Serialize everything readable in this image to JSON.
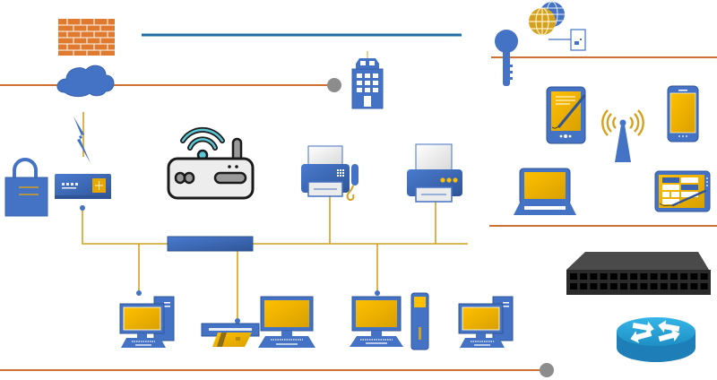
{
  "diagram": {
    "title": "Network topology illustration",
    "colors": {
      "device_blue": "#4472C4",
      "device_blue_dark": "#2F5597",
      "screen_gold": "#E6A800",
      "screen_gold_light": "#FFC000",
      "lan_cable": "#D4A020",
      "segment_line": "#C55A11",
      "accent_line": "#1F6FA5",
      "node_gray": "#8C8C8C",
      "firewall_brick": "#E07A2E",
      "router_cyan": "#29A3D6",
      "switch_black": "#333333",
      "wifi_cyan": "#5BC8D8"
    },
    "nodes": [
      {
        "id": "firewall",
        "label": "Firewall",
        "icon": "brick-wall-icon"
      },
      {
        "id": "internet",
        "label": "Internet cloud",
        "icon": "cloud-icon"
      },
      {
        "id": "wan-link",
        "label": "WAN link",
        "icon": "lightning-icon"
      },
      {
        "id": "modem",
        "label": "Modem / gateway",
        "icon": "modem-icon"
      },
      {
        "id": "security",
        "label": "Security lock",
        "icon": "padlock-icon"
      },
      {
        "id": "wifi-router",
        "label": "Wi-Fi router",
        "icon": "wifi-router-icon"
      },
      {
        "id": "office",
        "label": "Office building",
        "icon": "building-icon"
      },
      {
        "id": "fax",
        "label": "Fax machine",
        "icon": "fax-icon"
      },
      {
        "id": "printer",
        "label": "Printer",
        "icon": "printer-icon"
      },
      {
        "id": "hub",
        "label": "Network hub",
        "icon": "hub-icon"
      },
      {
        "id": "pc-1",
        "label": "Desktop PC",
        "icon": "desktop-tower-icon"
      },
      {
        "id": "card-reader",
        "label": "Card reader",
        "icon": "card-reader-icon"
      },
      {
        "id": "monitor-1",
        "label": "Monitor workstation",
        "icon": "monitor-icon"
      },
      {
        "id": "pc-2",
        "label": "Workstation with tower",
        "icon": "desktop-tower-icon"
      },
      {
        "id": "pc-3",
        "label": "Desktop PC",
        "icon": "desktop-tower-icon"
      },
      {
        "id": "vpn-key",
        "label": "Access key",
        "icon": "key-icon"
      },
      {
        "id": "globes",
        "label": "Global network",
        "icon": "globe-icon"
      },
      {
        "id": "remote-device",
        "label": "Remote device",
        "icon": "device-icon"
      },
      {
        "id": "pda",
        "label": "PDA",
        "icon": "pda-icon"
      },
      {
        "id": "antenna",
        "label": "Wireless antenna",
        "icon": "antenna-icon"
      },
      {
        "id": "smartphone",
        "label": "Smartphone",
        "icon": "smartphone-icon"
      },
      {
        "id": "laptop",
        "label": "Laptop",
        "icon": "laptop-icon"
      },
      {
        "id": "tablet",
        "label": "Tablet",
        "icon": "tablet-icon"
      },
      {
        "id": "switch",
        "label": "Network switch",
        "icon": "switch-icon"
      },
      {
        "id": "router",
        "label": "Router",
        "icon": "router-icon"
      }
    ]
  }
}
